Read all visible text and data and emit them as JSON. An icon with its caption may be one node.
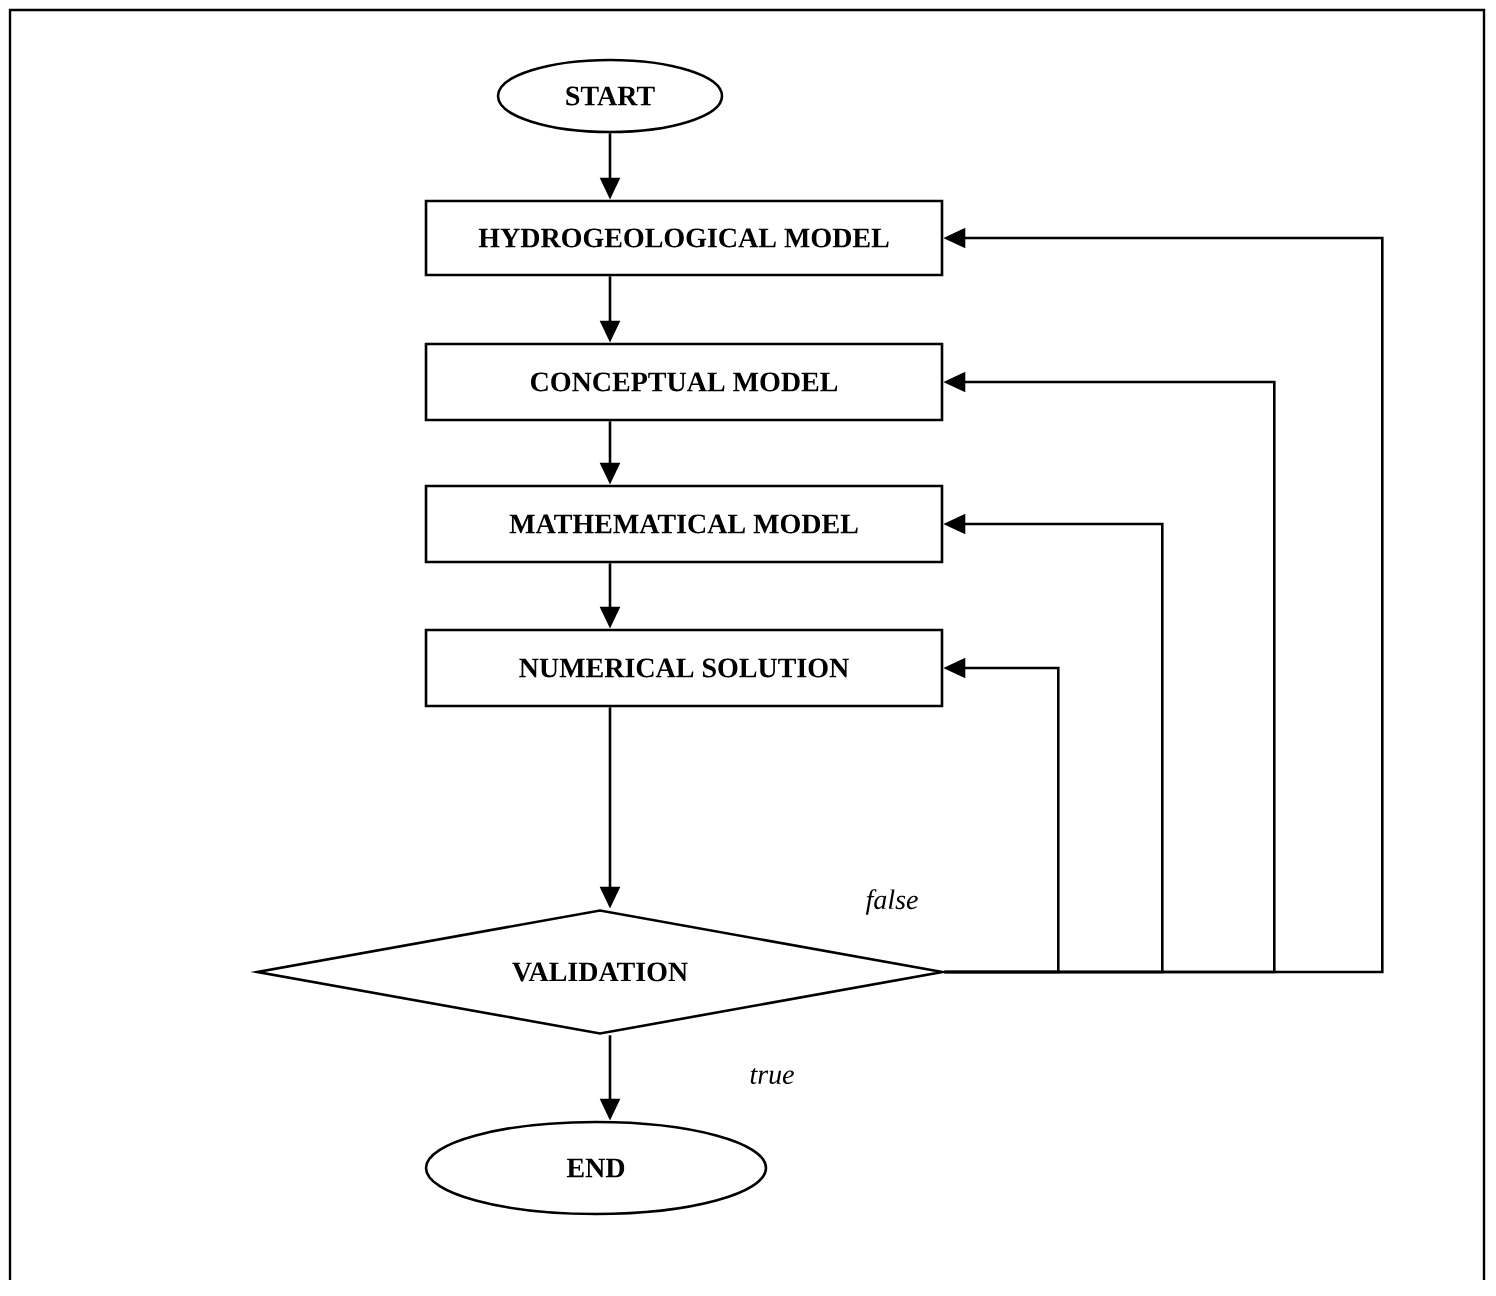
{
  "diagram": {
    "nodes": [
      {
        "text": [
          "START"
        ]
      },
      {
        "text": [
          "HYDROGEOLOGICAL MODEL"
        ]
      },
      {
        "text": [
          "CONCEPTUAL MODEL"
        ]
      },
      {
        "text": [
          "MATHEMATICAL MODEL"
        ]
      },
      {
        "text": [
          "NUMERICAL SOLUTION"
        ]
      },
      {
        "text": [
          "VALIDATION"
        ]
      },
      {
        "text": [
          "END"
        ]
      }
    ],
    "edges": [
      {
        "from": 0,
        "to": 1,
        "arrow": "to"
      },
      {
        "from": 1,
        "to": 2,
        "arrow": "to"
      },
      {
        "from": 2,
        "to": 3,
        "arrow": "to"
      },
      {
        "from": 3,
        "to": 4,
        "arrow": "to"
      },
      {
        "from": 4,
        "to": 5,
        "arrow": "to"
      },
      {
        "from": 5,
        "to": 6,
        "arrow": "to",
        "label": "true"
      },
      {
        "from": 5,
        "to": 4,
        "arrow": "to",
        "label": "false"
      },
      {
        "from": 5,
        "to": 3,
        "arrow": "to"
      },
      {
        "from": 5,
        "to": 2,
        "arrow": "to"
      },
      {
        "from": 5,
        "to": 1,
        "arrow": "to"
      }
    ]
  }
}
